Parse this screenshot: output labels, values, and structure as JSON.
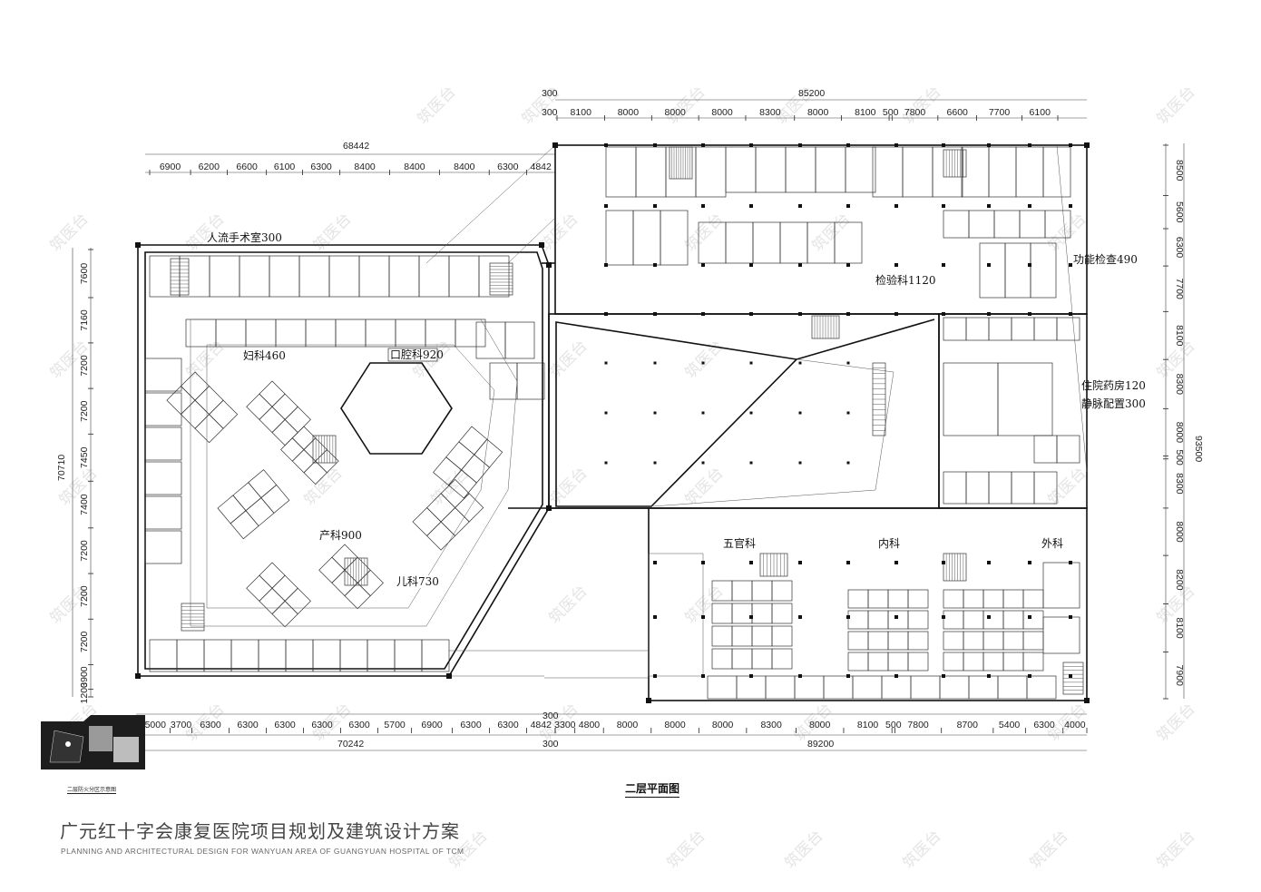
{
  "header": {
    "title_cn": "广元红十字会康复医院项目规划及建筑设计方案",
    "title_en": "PLANNING AND ARCHITECTURAL DESIGN FOR WANYUAN AREA OF GUANGYUAN HOSPITAL OF TCM"
  },
  "drawing": {
    "plan_title": "二层平面图",
    "keymap_caption": "二层防火分区示意图",
    "watermark": "筑医台",
    "colors": {
      "line": "#111111",
      "watermark": "#cfcfcf",
      "keymap_fill": "#222222"
    },
    "departments": {
      "surgery": "人流手术室300",
      "gyn": "妇科460",
      "dental": "口腔科920",
      "obstetrics": "产科900",
      "pediatrics": "儿科730",
      "lab": "检验科1120",
      "function_check": "功能检查490",
      "pharmacy": "住院药房120",
      "iv": "静脉配置300",
      "ent": "五官科",
      "internal": "内科",
      "external": "外科"
    },
    "dims": {
      "top_total_right": "85200",
      "top_right_offset": "300",
      "top_right_offset2": "300",
      "top_right_segments": [
        "8100",
        "8000",
        "8000",
        "8000",
        "8300",
        "8000",
        "8100",
        "500",
        "7800",
        "6600",
        "7700",
        "6100"
      ],
      "top_total_left": "68442",
      "top_left_segments": [
        "6900",
        "6200",
        "6600",
        "6100",
        "6300",
        "8400",
        "8400",
        "8400",
        "6300",
        "4842"
      ],
      "bottom_segments_left": [
        "5000",
        "3700",
        "6300",
        "6300",
        "6300",
        "6300",
        "6300",
        "5700",
        "6900",
        "6300",
        "6300",
        "4842"
      ],
      "bottom_mid_offset": "300",
      "bottom_segments_right": [
        "3300",
        "4800",
        "8000",
        "8000",
        "8000",
        "8300",
        "8000",
        "8100",
        "500",
        "7800",
        "8700",
        "5400",
        "6300",
        "4000"
      ],
      "bottom_total_left": "70242",
      "bottom_total_right": "89200",
      "bottom_right_offset": "300",
      "left_total": "70710",
      "left_segments": [
        "7600",
        "7160",
        "7200",
        "7200",
        "7450",
        "7400",
        "7200",
        "7200",
        "7200",
        "3900",
        "1200"
      ],
      "right_total": "93500",
      "right_segments": [
        "8500",
        "5600",
        "6300",
        "7700",
        "8100",
        "8300",
        "8000",
        "500",
        "8300",
        "8000",
        "8200",
        "8100",
        "7900"
      ]
    }
  }
}
